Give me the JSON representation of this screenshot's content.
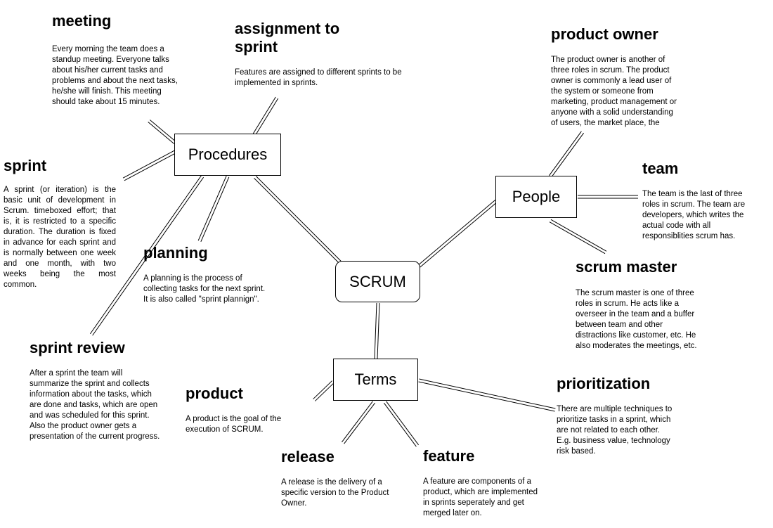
{
  "diagram": {
    "center": "SCRUM",
    "procedures": "Procedures",
    "people": "People",
    "terms": "Terms"
  },
  "topics": {
    "meeting": {
      "title": "meeting",
      "desc": "Every morning the team does a standup meeting. Everyone talks about his/her current tasks and problems and about the next tasks, he/she will finish. This meeting should take about 15 minutes."
    },
    "assignment": {
      "title": "assignment to sprint",
      "desc": "Features are assigned to different sprints to be implemented in sprints."
    },
    "sprint": {
      "title": "sprint",
      "desc": "A sprint (or iteration) is the basic unit of development in Scrum. timeboxed effort; that is, it is restricted to a specific duration. The duration is fixed in advance for each sprint and is normally between one week and one month, with two weeks being the most common."
    },
    "planning": {
      "title": "planning",
      "desc": "A planning is the process of collecting tasks for the next sprint. It is also called \"sprint plannign\"."
    },
    "sprint_review": {
      "title": "sprint review",
      "desc": "After a sprint the team will summarize the sprint and collects information about the tasks, which are done and tasks, which are open and was scheduled for this sprint. Also the product owner gets a presentation of the current progress."
    },
    "product_owner": {
      "title": "product owner",
      "desc": "The product owner is another of three roles in scrum. The product owner is commonly a lead user of the system or someone from marketing, product management or anyone with a solid understanding of users, the market place, the competition and"
    },
    "team": {
      "title": "team",
      "desc": "The team is the last of three roles in scrum. The team are developers, which writes the actual code with all responsiblities scrum has."
    },
    "scrum_master": {
      "title": "scrum master",
      "desc": "The scrum master is one of three roles in scrum. He acts like a overseer in the team and a buffer between team and other distractions like customer, etc. He also moderates the meetings, etc."
    },
    "product": {
      "title": "product",
      "desc": "A product is the goal of the execution of SCRUM."
    },
    "prioritization": {
      "title": "prioritization",
      "desc": "There are multiple techniques to prioritize tasks in a sprint, which are not related to each other. E.g. business value, technology risk based."
    },
    "release": {
      "title": "release",
      "desc": "A release is the delivery of a specific version to the Product Owner."
    },
    "feature": {
      "title": "feature",
      "desc": "A feature are components of a product, which are implemented in sprints seperately and get merged later on."
    }
  }
}
